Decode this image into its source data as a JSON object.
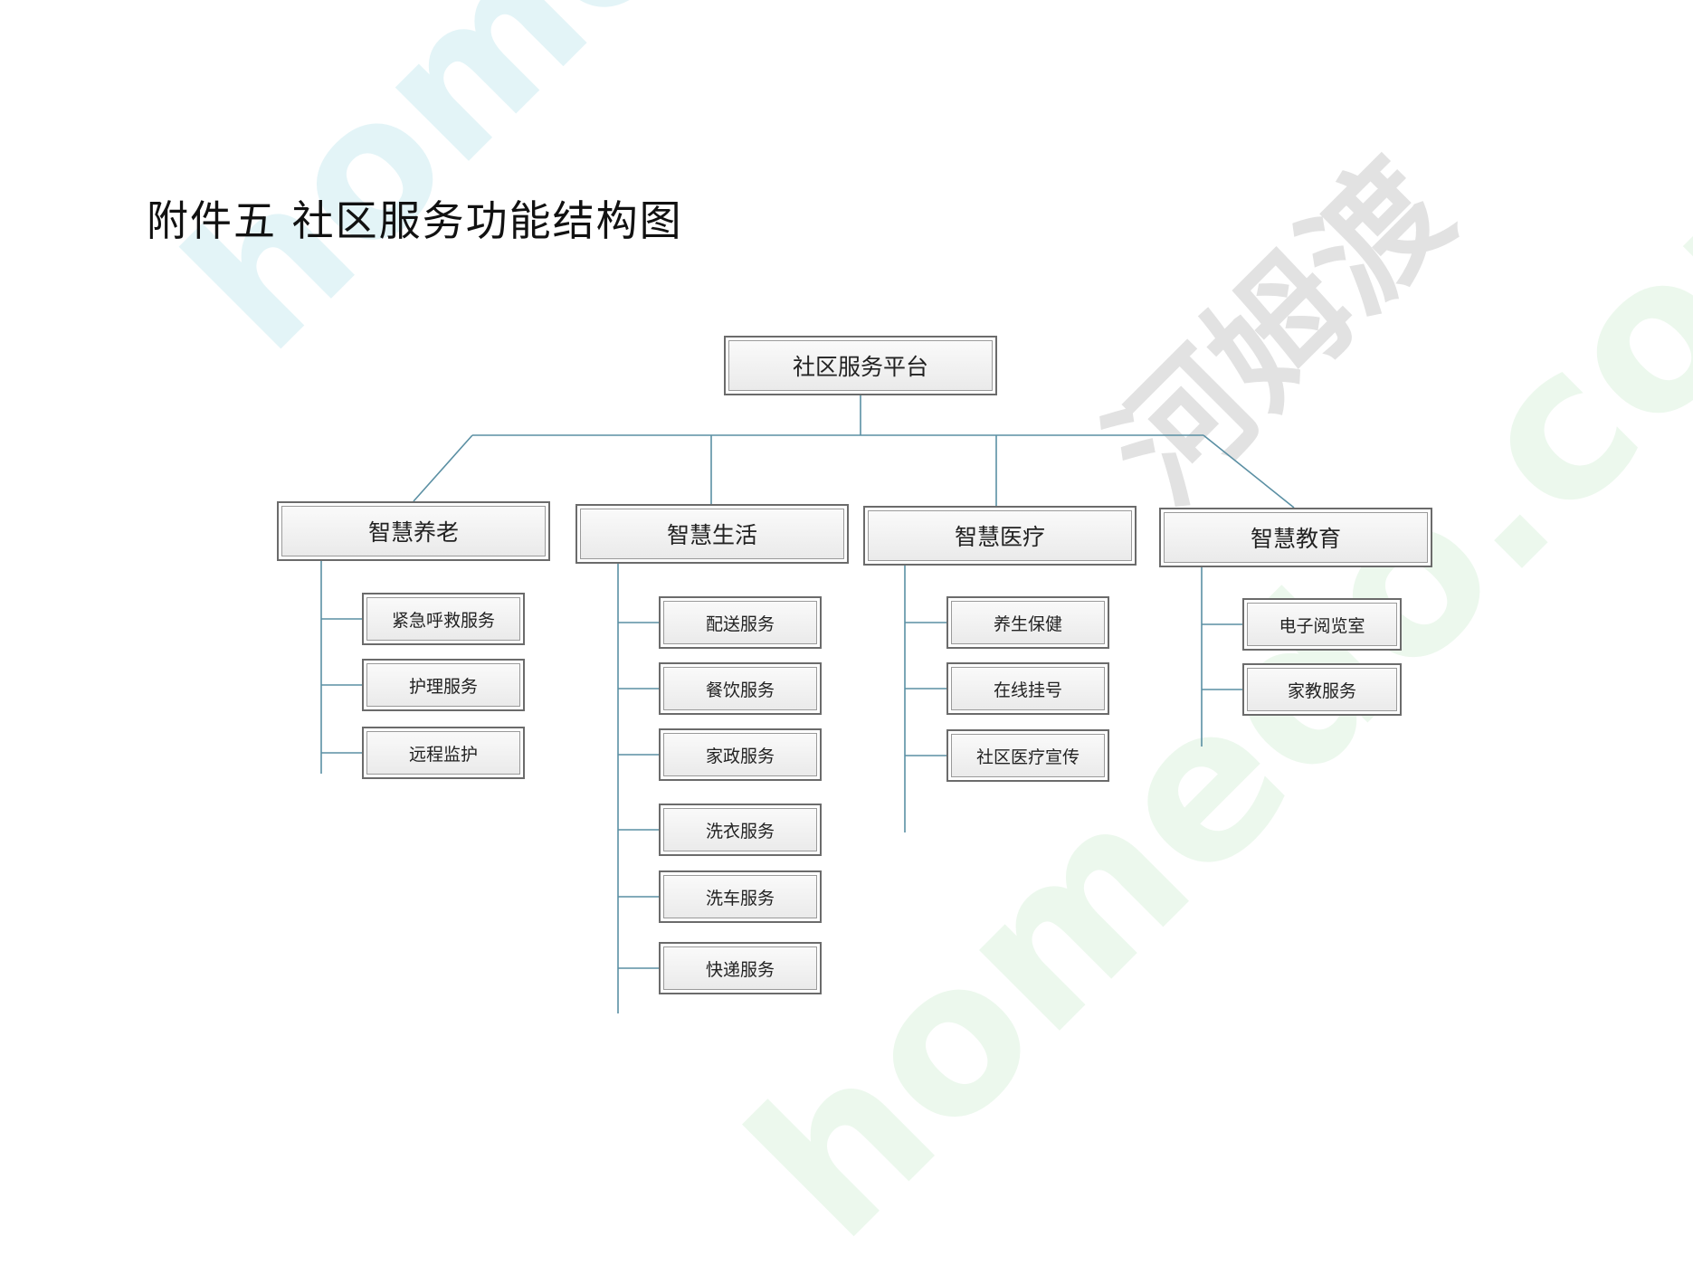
{
  "watermarks": [
    "homedo.com",
    "homedo.com",
    "河姆渡"
  ],
  "title": "附件五 社区服务功能结构图",
  "root": "社区服务平台",
  "categories": [
    {
      "label": "智慧养老",
      "items": [
        "紧急呼救服务",
        "护理服务",
        "远程监护"
      ]
    },
    {
      "label": "智慧生活",
      "items": [
        "配送服务",
        "餐饮服务",
        "家政服务",
        "洗衣服务",
        "洗车服务",
        "快递服务"
      ]
    },
    {
      "label": "智慧医疗",
      "items": [
        "养生保健",
        "在线挂号",
        "社区医疗宣传"
      ]
    },
    {
      "label": "智慧教育",
      "items": [
        "电子阅览室",
        "家教服务"
      ]
    }
  ]
}
